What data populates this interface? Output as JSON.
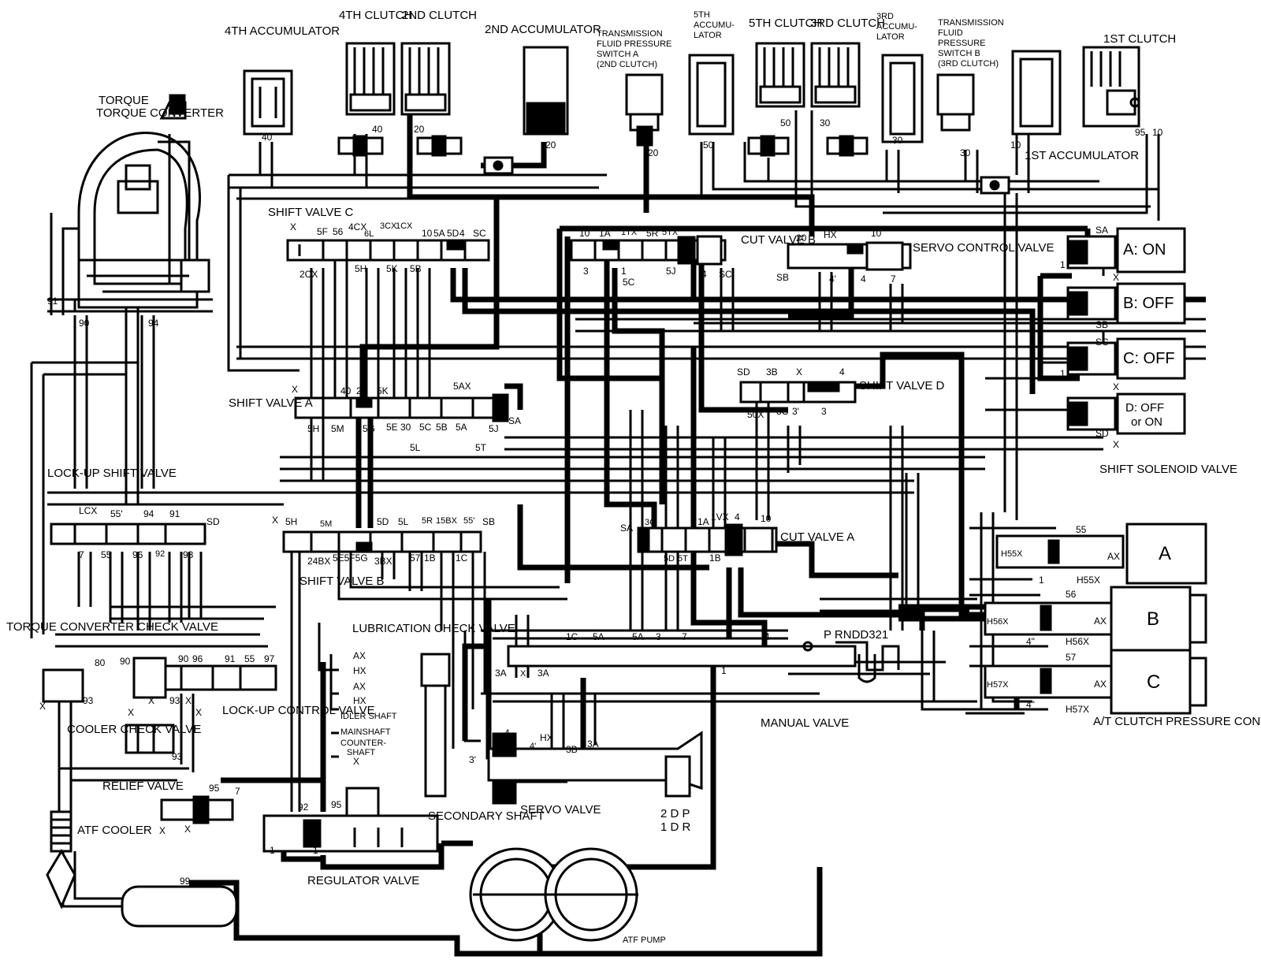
{
  "components": {
    "torque_converter": "TORQUE CONVERTER",
    "accumulator_4th": "4TH ACCUMULATOR",
    "clutch_4th": "4TH CLUTCH",
    "clutch_2nd": "2ND CLUTCH",
    "accumulator_2nd": "2ND ACCUMULATOR",
    "pressure_switch_a_l1": "TRANSMISSION",
    "pressure_switch_a_l2": "FLUID PRESSURE",
    "pressure_switch_a_l3": "SWITCH A",
    "pressure_switch_a_l4": "(2ND CLUTCH)",
    "accumulator_5th_l1": "5TH",
    "accumulator_5th_l2": "ACCUMU-",
    "accumulator_5th_l3": "LATOR",
    "clutch_5th": "5TH CLUTCH",
    "clutch_3rd": "3RD CLUTCH",
    "accumulator_3rd_l1": "3RD",
    "accumulator_3rd_l2": "ACCUMU-",
    "accumulator_3rd_l3": "LATOR",
    "pressure_switch_b_l1": "TRANSMISSION",
    "pressure_switch_b_l2": "FLUID",
    "pressure_switch_b_l3": "PRESSURE",
    "pressure_switch_b_l4": "SWITCH B",
    "pressure_switch_b_l5": "(3RD CLUTCH)",
    "clutch_1st": "1ST CLUTCH",
    "accumulator_1st": "1ST ACCUMULATOR",
    "shift_valve_c": "SHIFT VALVE C",
    "cut_valve_b": "CUT VALVE B",
    "servo_control_valve": "SERVO CONTROL VALVE",
    "shift_valve_a": "SHIFT VALVE A",
    "shift_valve_d": "SHIFT VALVE D",
    "shift_valve_b": "SHIFT VALVE B",
    "cut_valve_a": "CUT VALVE A",
    "lockup_shift_valve": "LOCK-UP SHIFT VALVE",
    "torque_converter_check_valve": "TORQUE CONVERTER CHECK VALVE",
    "lubrication_check_valve": "LUBRICATION CHECK VALVE",
    "lockup_control_valve": "LOCK-UP CONTROL VALVE",
    "cooler_check_valve": "COOLER CHECK VALVE",
    "relief_valve": "RELIEF VALVE",
    "atf_cooler": "ATF COOLER",
    "secondary_shaft": "SECONDARY SHAFT",
    "servo_valve": "SERVO VALVE",
    "regulator_valve": "REGULATOR VALVE",
    "manual_valve": "MANUAL VALVE",
    "atf_pump": "ATF PUMP",
    "shift_solenoid_valve": "SHIFT SOLENOID VALVE",
    "clutch_pressure_solenoid": "A/T CLUTCH PRESSURE CONTROL SOLENOID VALVE"
  },
  "solenoids": {
    "a": "A: ON",
    "b": "B: OFF",
    "c": "C: OFF",
    "d1": "D: OFF",
    "d2": "or ON"
  },
  "linear_solenoids": [
    "A",
    "B",
    "C"
  ],
  "shaft_labels": {
    "idler": "IDLER SHAFT",
    "main": "MAINSHAFT",
    "counter1": "COUNTER-",
    "counter2": "SHAFT"
  },
  "manual_positions": "P  RNDD321",
  "servo_positions": [
    "2 D P",
    "1 D R"
  ],
  "ports": {
    "p40a": "40",
    "p40b": "40",
    "p20a": "20",
    "p20b": "20",
    "p20c": "20",
    "p50a": "50",
    "p50b": "50",
    "p30a": "30",
    "p30b": "30",
    "p30c": "30",
    "p10a": "10",
    "p10b": "10",
    "p95": "95",
    "p91": "91",
    "p90": "90",
    "p94": "94",
    "c_x": "X",
    "c_5f": "5F",
    "c_56": "56",
    "c_4cx": "4CX",
    "c_6l": "6L",
    "c_3cx": "3CX",
    "c_1cx": "1CX",
    "c_10": "10",
    "c_5a": "5A",
    "c_5d": "5D",
    "c_4": "4",
    "c_sc": "SC",
    "c_2cx": "2CX",
    "c_5h": "5H",
    "c_5k": "5K",
    "c_5b": "5B",
    "cb_10": "10",
    "cb_1a": "1A",
    "cb_1tx": "1TX",
    "cb_5r": "5R",
    "cb_5tx": "5TX",
    "cb_3": "3",
    "cb_1": "1",
    "cb_5c": "5C",
    "cb_5j": "5J",
    "cb_4": "4",
    "cb_sc": "SC",
    "s_20": "20",
    "s_hx": "HX",
    "s_10": "10",
    "s_sb": "SB",
    "s_4p": "4'",
    "s_4": "4",
    "s_7": "7",
    "a_x": "X",
    "a_40": "40",
    "a_20": "20",
    "a_5k": "5K",
    "a_5ax": "5AX",
    "a_sa": "SA",
    "a_5h": "5H",
    "a_5m": "5M",
    "a_5g": "5G",
    "a_5e": "5E",
    "a_30": "30",
    "a_5c": "5C",
    "a_5b": "5B",
    "a_5a": "5A",
    "a_5j": "5J",
    "a_5l": "5L",
    "a_5t": "5T",
    "d_sd": "SD",
    "d_3b": "3B",
    "d_x": "X",
    "d_4": "4",
    "d_50x": "50X",
    "d_3c": "3C",
    "d_3p": "3'",
    "d_3": "3",
    "b_x": "X",
    "b_5h": "5H",
    "b_5m": "5M",
    "b_5d": "5D",
    "b_5l": "5L",
    "b_5r": "5R",
    "b_15bx": "15BX",
    "b_55p": "55'",
    "b_sb": "SB",
    "b_24bx": "24BX",
    "b_5e5f5g": "5E5F5G",
    "b_3bx": "3BX",
    "b_57": "57",
    "b_1b": "1B",
    "b_1c": "1C",
    "ca_sa": "SA",
    "ca_3c": "3C",
    "ca_1a": "1A",
    "ca_1vx": "1VX",
    "ca_4": "4",
    "ca_10": "10",
    "ca_5d": "5D",
    "ca_5t": "5T",
    "ca_1b": "1B",
    "l_lcx": "LCX",
    "l_55p": "55'",
    "l_94": "94",
    "l_91": "91",
    "l_sd": "SD",
    "l_7": "7",
    "l_55": "55",
    "l_96": "96",
    "l_92": "92",
    "l_93": "93",
    "lc_90": "90",
    "lc_90b": "90",
    "lc_96": "96",
    "lc_91": "91",
    "lc_55": "55",
    "lc_97": "97",
    "lc_80": "80",
    "lc_93": "93",
    "lc_93b": "93",
    "lc_x1": "X",
    "lc_x2": "X",
    "lc_x3": "X",
    "cc_x": "X",
    "cc_93": "93",
    "lub_ax1": "AX",
    "lub_hx1": "HX",
    "lub_ax2": "AX",
    "lub_hx2": "HX",
    "lub_x": "X",
    "m_1c": "1C",
    "m_5a": "5A",
    "m_5ax": "5A",
    "m_3": "3",
    "m_7": "7",
    "m_4": "4",
    "m_3a": "3A",
    "m_3ab": "3A",
    "m_x": "X",
    "m_1": "1",
    "sv_4": "4",
    "sv_4p": "4'",
    "sv_hx": "HX",
    "sv_3b": "3B",
    "sv_3a": "3A",
    "sv_3p": "3'",
    "r_95": "95",
    "r_7": "7",
    "r_92": "92",
    "r_95b": "95",
    "r_1a": "1",
    "r_1b": "1",
    "r_99": "99",
    "rv_x1": "X",
    "rv_x2": "X",
    "sa_sa": "SA",
    "sa_1": "1",
    "sa_x": "X",
    "sb_sb": "SB",
    "sc_sc": "SC",
    "sc_1": "1",
    "sc_x": "X",
    "sd_sd": "SD",
    "sd_x": "X",
    "la_55": "55",
    "la_h55x": "H55X",
    "la_ax": "AX",
    "la_1": "1",
    "la_h55x2": "H55X",
    "lb_56": "56",
    "lb_h56x": "H56X",
    "lb_ax": "AX",
    "lb_4": "4\"",
    "lb_h56x2": "H56X",
    "lc2_57": "57",
    "lc2_h57x": "H57X",
    "lc2_ax": "AX",
    "lc2_4": "4\"",
    "lc2_h57x2": "H57X",
    "tcv_x": "X",
    "p_91l": "91"
  }
}
